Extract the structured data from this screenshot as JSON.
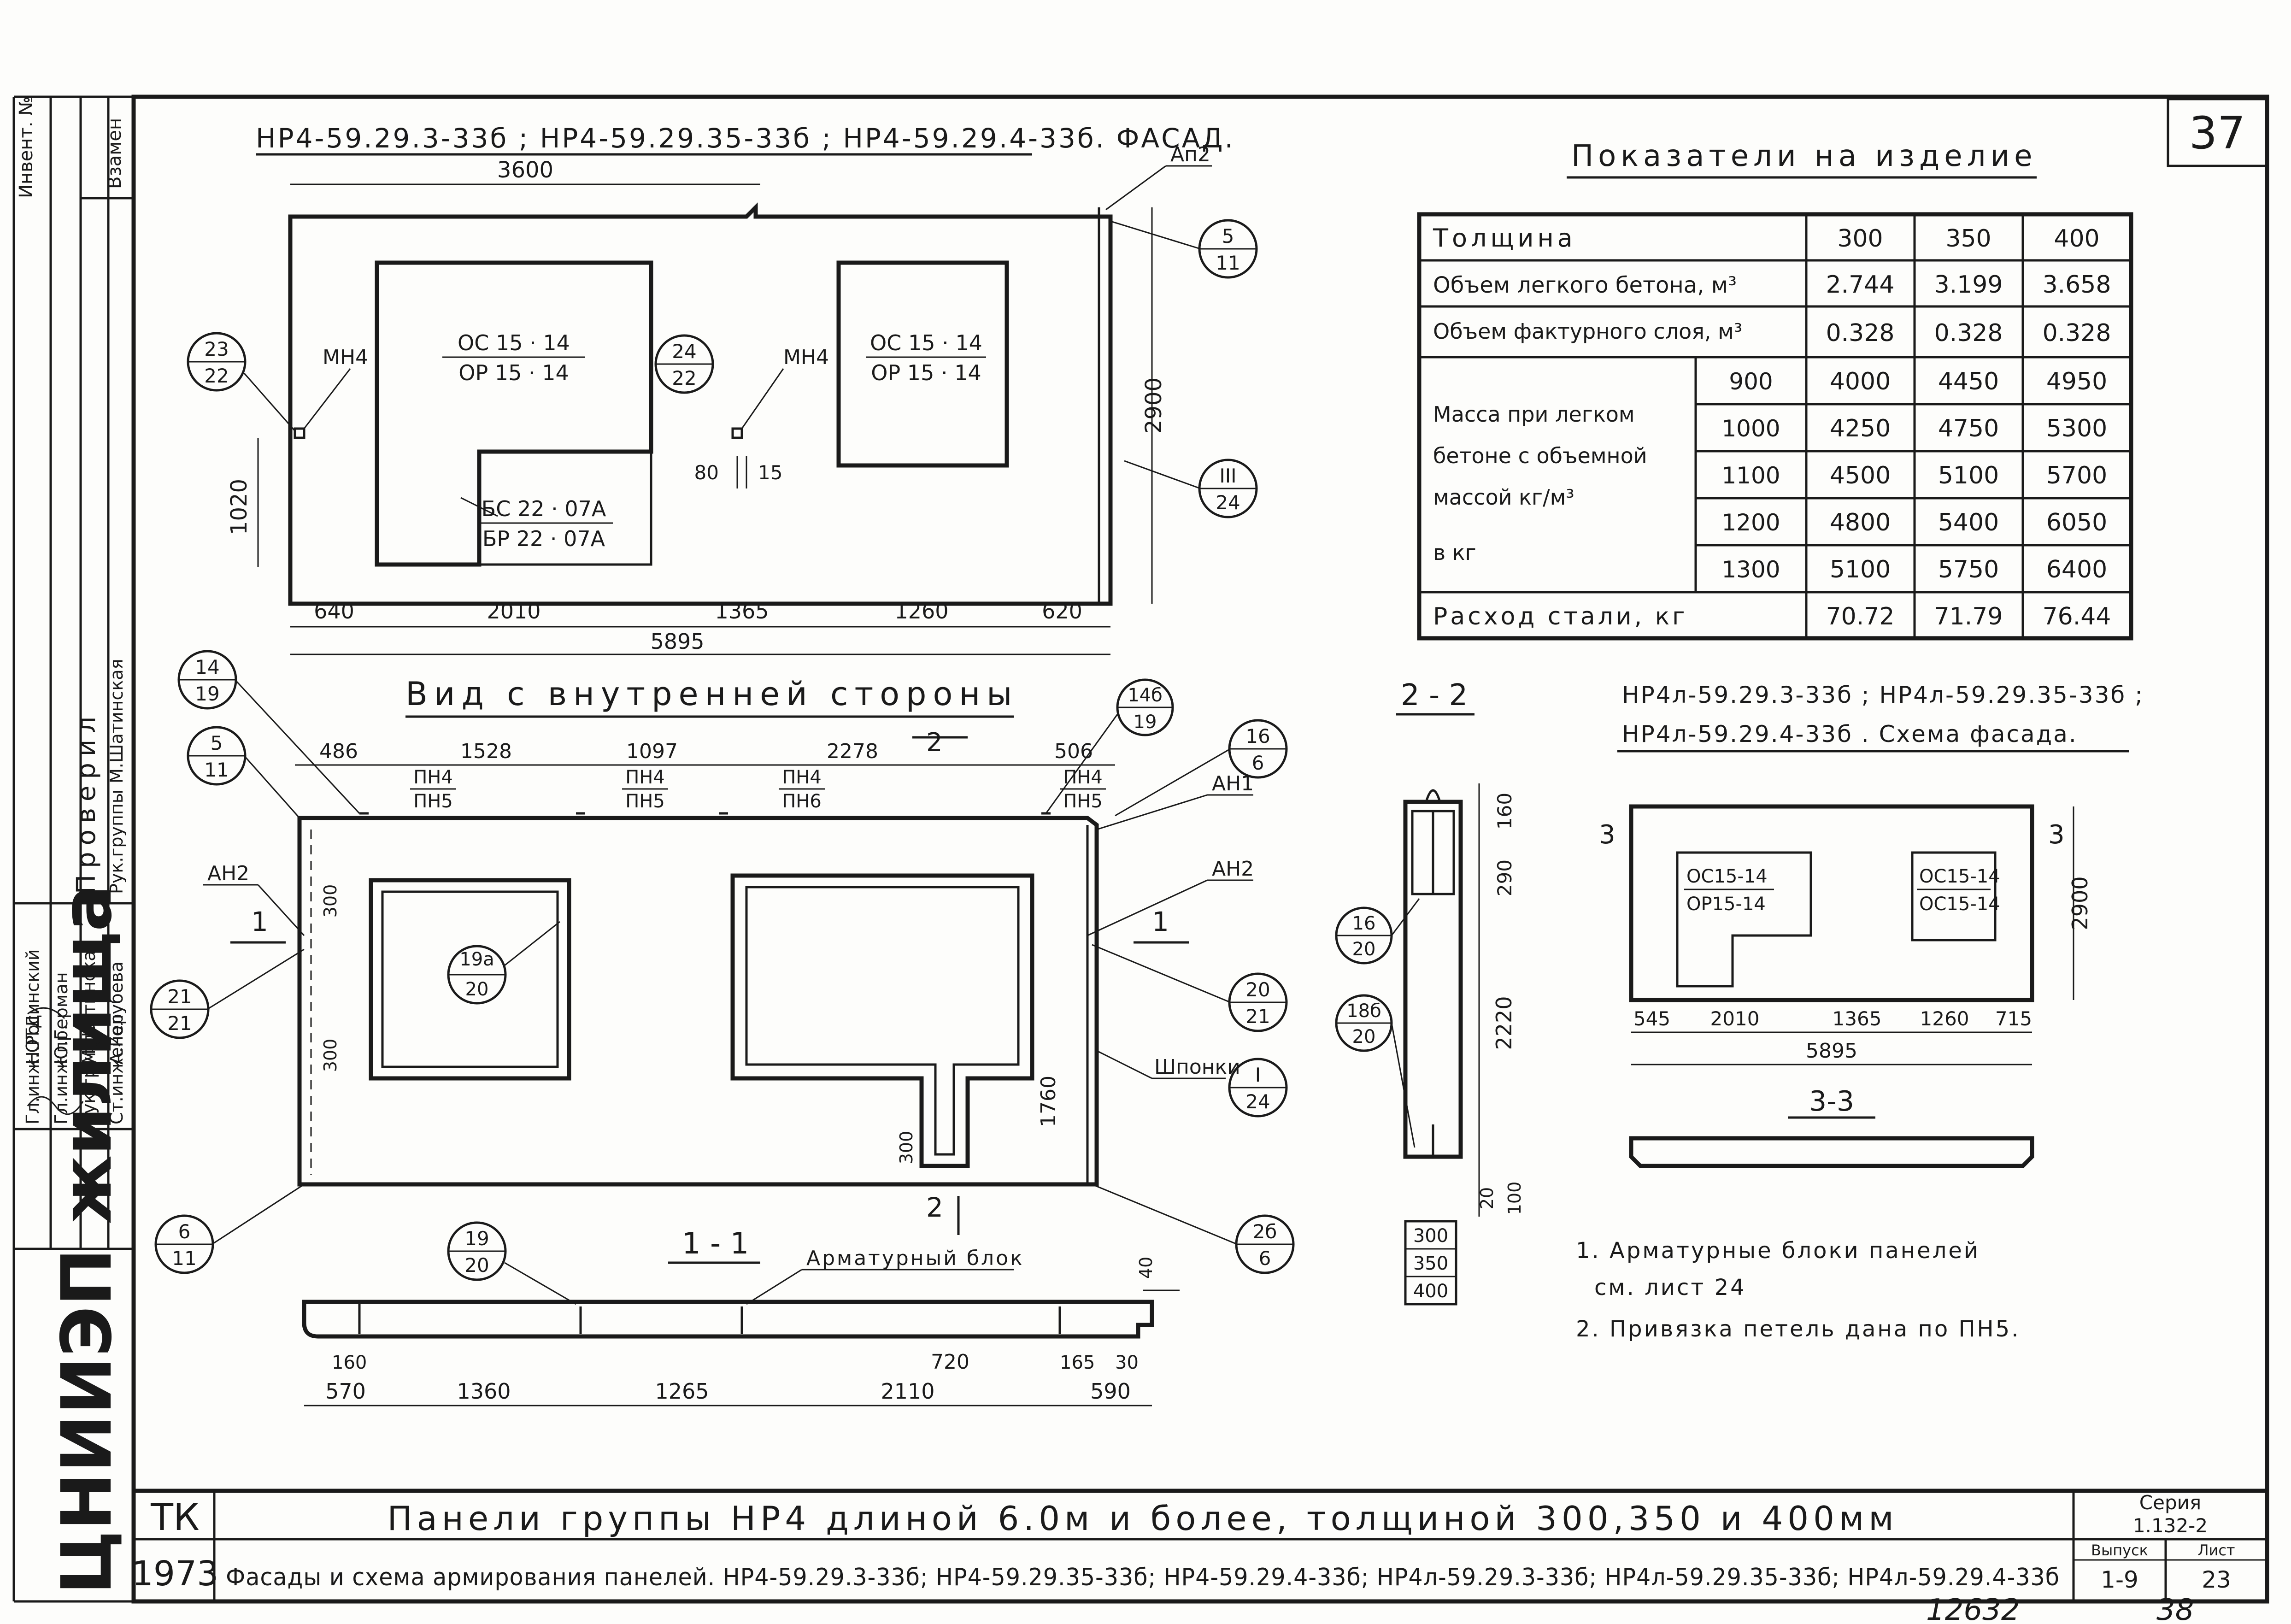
{
  "sheet_no": "37",
  "facade_title": "НР4-59.29.3-33б ; НР4-59.29.35-33б ; НР4-59.29.4-33б. ФАСАД.",
  "facade": {
    "dim_top": "3600",
    "height": "2900",
    "sill": "1020",
    "bottom_dims": [
      "640",
      "2010",
      "1365",
      "1260",
      "620"
    ],
    "total": "5895",
    "win1": [
      "ОС 15 · 14",
      "ОР 15 · 14"
    ],
    "win2": [
      "ОС 15 · 14",
      "ОР 15 · 14"
    ],
    "door": [
      "БС 22 · 07А",
      "БР 22 · 07А"
    ],
    "mnch1": "МН4",
    "mnch2": "МН4",
    "d80": "80",
    "d15": "15",
    "an2": "Ап2",
    "callouts": [
      [
        "23",
        "22"
      ],
      [
        "24",
        "22"
      ],
      [
        "5",
        "11"
      ],
      [
        "III",
        "24"
      ]
    ]
  },
  "indicators": {
    "title": "Показатели на изделие",
    "cols": [
      "300",
      "350",
      "400"
    ],
    "thickness_label": "Толщина",
    "volume_label": "Объем легкого бетона, м³",
    "volume": [
      "2.744",
      "3.199",
      "3.658"
    ],
    "layer_label": "Объем фактурного слоя, м³",
    "layer": [
      "0.328",
      "0.328",
      "0.328"
    ],
    "mass_label": [
      "Масса при легком",
      "бетоне с объемной",
      "массой   кг/м³",
      "в  кг"
    ],
    "mass_rows": [
      {
        "density": "900",
        "values": [
          "4000",
          "4450",
          "4950"
        ]
      },
      {
        "density": "1000",
        "values": [
          "4250",
          "4750",
          "5300"
        ]
      },
      {
        "density": "1100",
        "values": [
          "4500",
          "5100",
          "5700"
        ]
      },
      {
        "density": "1200",
        "values": [
          "4800",
          "5400",
          "6050"
        ]
      },
      {
        "density": "1300",
        "values": [
          "5100",
          "5750",
          "6400"
        ]
      }
    ],
    "steel_label": "Расход   стали, кг",
    "steel": [
      "70.72",
      "71.79",
      "76.44"
    ]
  },
  "inner": {
    "title": "Вид с внутренней стороны",
    "top_dims": [
      "486",
      "1528",
      "1097",
      "2278",
      "506"
    ],
    "cut_mark": "2",
    "loops": [
      [
        "ПН4",
        "ПН5"
      ],
      [
        "ПН4",
        "ПН5"
      ],
      [
        "ПН4",
        "ПН6"
      ],
      [
        "ПН4",
        "ПН5"
      ]
    ],
    "an1": "АН1",
    "an2a": "АН2",
    "an2b": "АН2",
    "d300a": "300",
    "d300b": "300",
    "d300c": "300",
    "d1760": "1760",
    "keys": "Шпонки",
    "section_mark": "1",
    "callouts": [
      [
        "14",
        "19"
      ],
      [
        "5",
        "11"
      ],
      [
        "14б",
        "19"
      ],
      [
        "16",
        "6"
      ],
      [
        "21",
        "21"
      ],
      [
        "19а",
        "20"
      ],
      [
        "20",
        "21"
      ],
      [
        "I",
        "24"
      ],
      [
        "6",
        "11"
      ],
      [
        "2б",
        "6"
      ]
    ]
  },
  "section11": {
    "title": "1 - 1",
    "block": "Арматурный блок",
    "d40": "40",
    "dims": [
      "160",
      "720",
      "165",
      "30"
    ],
    "bottom": [
      "570",
      "1360",
      "1265",
      "2110",
      "590"
    ],
    "callout": [
      "19",
      "20"
    ]
  },
  "section22": {
    "title": "2 - 2",
    "dims": [
      "160",
      "290",
      "2220",
      "20",
      "100"
    ],
    "thick": [
      "300",
      "350",
      "400"
    ],
    "callouts": [
      [
        "16",
        "20"
      ],
      [
        "18б",
        "20"
      ]
    ]
  },
  "scheme": {
    "title1": "НР4л-59.29.3-33б ; НР4л-59.29.35-33б ;",
    "title2": "НР4л-59.29.4-33б . Схема фасада.",
    "win1": [
      "ОС15-14",
      "ОР15-14"
    ],
    "win2": [
      "ОС15-14",
      "ОС15-14"
    ],
    "height": "2900",
    "dims": [
      "545",
      "2010",
      "1365",
      "1260",
      "715"
    ],
    "total": "5895",
    "cut": "3",
    "section": "3-3"
  },
  "notes": [
    "1. Арматурные блоки панелей",
    "см. лист 24",
    "2. Привязка петель дана по ПН5."
  ],
  "stamp": {
    "side_roles": [
      "Гл.инж.ОТД.",
      "Гл.инж.пр.",
      "Рук.группы",
      "Ст.инженер"
    ],
    "side_names": [
      "Н.Росинский",
      "Ю.Герман",
      "М.Шатинская",
      "А.Голубева"
    ],
    "checked": "Проверил",
    "checked_role": "Рук.группы",
    "checked_name": "М.Шатинская",
    "inv_labels": [
      "Инвент. №",
      "Взамен"
    ],
    "org": "ЦНИИЭП жилища",
    "tk": "ТК",
    "year": "1973",
    "title1": "Панели группы   НР4   длиной   6.0м  и  более,  толщиной 300,350 и 400мм",
    "title2": "Фасады и схема армирования панелей. НР4-59.29.3-33б; НР4-59.29.35-33б; НР4-59.29.4-33б; НР4л-59.29.3-33б; НР4л-59.29.35-33б; НР4л-59.29.4-33б",
    "series_label": "Серия",
    "series": "1.132-2",
    "issue_label": "Выпуск",
    "issue": "1-9",
    "sheet_label": "Лист",
    "sheet": "23",
    "bottom_no": "12632",
    "bottom_page": "38"
  }
}
